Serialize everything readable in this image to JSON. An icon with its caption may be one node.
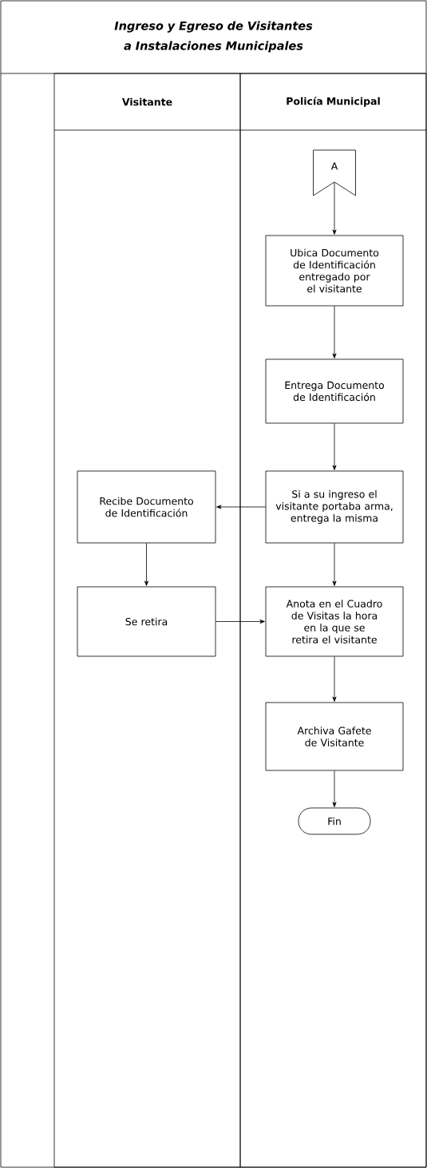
{
  "diagram": {
    "title": "Ingreso y Egreso de Visitantes a Instalaciones Municipales",
    "nodes": [
      {
        "text": [
          "Visitante"
        ]
      },
      {
        "text": [
          "Policía Municipal"
        ]
      },
      {
        "text": [
          "A"
        ],
        "in": 1
      },
      {
        "text": [
          "Ubica Documento de Identificación entregado por el visitante"
        ],
        "in": 1
      },
      {
        "text": [
          "Entrega Documento de Identificación"
        ],
        "in": 1
      },
      {
        "text": [
          "Si a su ingreso el visitante portaba arma, entrega la misma"
        ],
        "in": 1
      },
      {
        "text": [
          "Recibe Documento de Identificación"
        ],
        "in": 0
      },
      {
        "text": [
          "Se retira"
        ],
        "in": 0
      },
      {
        "text": [
          "Anota en el Cuadro de Visitas la hora en la que se retira el visitante"
        ],
        "in": 1
      },
      {
        "text": [
          "Archiva Gafete de Visitante"
        ],
        "in": 1
      },
      {
        "text": [
          "Fin"
        ],
        "in": 1
      }
    ],
    "edges": [
      {
        "from": 2,
        "to": 3,
        "arrow": "to"
      },
      {
        "from": 3,
        "to": 4,
        "arrow": "to"
      },
      {
        "from": 4,
        "to": 5,
        "arrow": "to"
      },
      {
        "from": 5,
        "to": 6,
        "arrow": "to"
      },
      {
        "from": 6,
        "to": 7,
        "arrow": "to"
      },
      {
        "from": 7,
        "to": 8,
        "arrow": "to"
      },
      {
        "from": 5,
        "to": 8,
        "arrow": "to"
      },
      {
        "from": 8,
        "to": 9,
        "arrow": "to"
      },
      {
        "from": 9,
        "to": 10,
        "arrow": "to"
      }
    ]
  }
}
